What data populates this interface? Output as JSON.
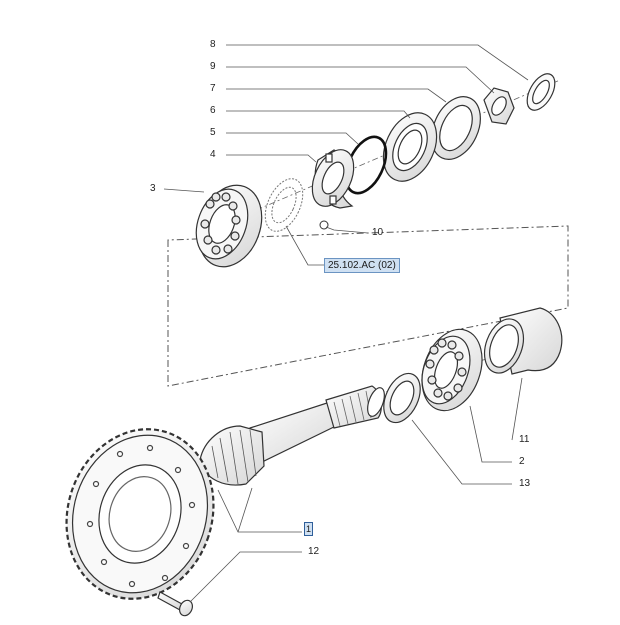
{
  "callouts": {
    "c1": "1",
    "c2": "2",
    "c3": "3",
    "c4": "4",
    "c5": "5",
    "c6": "6",
    "c7": "7",
    "c8": "8",
    "c9": "9",
    "c10": "10",
    "c11": "11",
    "c12": "12",
    "c13": "13"
  },
  "reference_link": "25.102.AC (02)",
  "colors": {
    "line": "#4a4a4a",
    "part_fill": "#f4f4f4",
    "link_highlight": "#cfe0f2"
  }
}
